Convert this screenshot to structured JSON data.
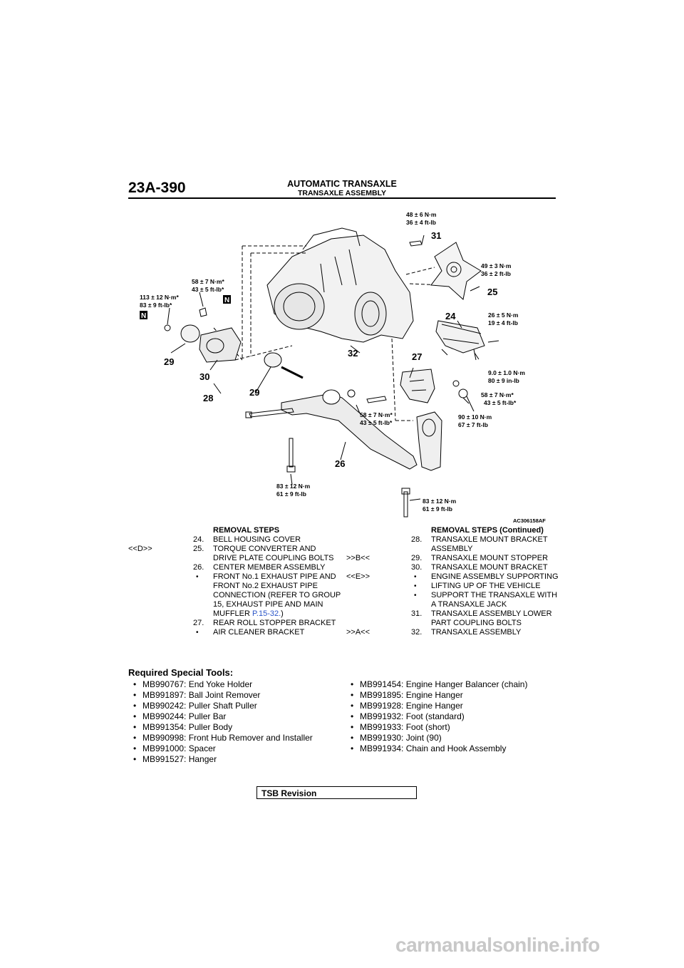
{
  "header": {
    "page_number": "23A-390",
    "section_title": "AUTOMATIC TRANSAXLE",
    "subsection_title": "TRANSAXLE ASSEMBLY"
  },
  "figure": {
    "id": "AC306158AF",
    "torque_labels": {
      "t31": [
        "48 ± 6 N·m",
        "36 ± 4 ft-lb"
      ],
      "t25": [
        "49 ± 3 N·m",
        "36 ± 2 ft-lb"
      ],
      "t24": [
        "26 ± 5 N·m",
        "19 ± 4 ft-lb"
      ],
      "t_small": [
        "9.0 ± 1.0 N·m",
        "80 ± 9 in-lb"
      ],
      "t27": [
        "58 ± 7 N·m*",
        "43 ± 5 ft-lb*"
      ],
      "t27b": [
        "90 ± 10 N·m",
        "67 ± 7 ft-lb"
      ],
      "t_center": [
        "58 ± 7 N·m*",
        "43 ± 5 ft-lb*"
      ],
      "t_bolt_left": [
        "83 ± 12 N·m",
        "61 ± 9 ft-lb"
      ],
      "t_bolt_right": [
        "83 ± 12 N·m",
        "61 ± 9 ft-lb"
      ],
      "t_mount_top": [
        "58 ± 7 N·m*",
        "43 ± 5 ft-lb*"
      ],
      "t_mount_left": [
        "113 ± 12 N·m*",
        "83 ± 9 ft-lb*"
      ]
    },
    "callouts": [
      "31",
      "25",
      "24",
      "32",
      "27",
      "29",
      "30",
      "28",
      "29",
      "26"
    ],
    "n_mark": "N"
  },
  "removal_steps": {
    "heading": "REMOVAL STEPS",
    "items": [
      {
        "mark": "",
        "num": "24.",
        "text": "BELL HOUSING COVER"
      },
      {
        "mark": "<<D>>",
        "num": "25.",
        "text": "TORQUE CONVERTER AND DRIVE PLATE COUPLING BOLTS"
      },
      {
        "mark": "",
        "num": "26.",
        "text": "CENTER MEMBER ASSEMBLY"
      },
      {
        "mark": "",
        "num": "•",
        "text": "FRONT No.1 EXHAUST PIPE AND FRONT No.2 EXHAUST PIPE CONNECTION (REFER TO GROUP 15, EXHAUST PIPE AND MAIN MUFFLER ",
        "link": "P.15-32.",
        "tail": ")"
      },
      {
        "mark": "",
        "num": "27.",
        "text": "REAR ROLL STOPPER BRACKET"
      },
      {
        "mark": "",
        "num": "•",
        "text": "AIR CLEANER BRACKET"
      }
    ]
  },
  "removal_steps_continued": {
    "heading": "REMOVAL STEPS (Continued)",
    "items": [
      {
        "mark": "",
        "num": "28.",
        "text": "TRANSAXLE MOUNT BRACKET ASSEMBLY"
      },
      {
        "mark": ">>B<<",
        "num": "29.",
        "text": "TRANSAXLE MOUNT STOPPER"
      },
      {
        "mark": "",
        "num": "30.",
        "text": "TRANSAXLE MOUNT BRACKET"
      },
      {
        "mark": "<<E>>",
        "num": "•",
        "text": "ENGINE ASSEMBLY SUPPORTING"
      },
      {
        "mark": "",
        "num": "•",
        "text": "LIFTING UP OF THE VEHICLE"
      },
      {
        "mark": "",
        "num": "•",
        "text": "SUPPORT THE TRANSAXLE WITH A TRANSAXLE JACK"
      },
      {
        "mark": "",
        "num": "31.",
        "text": "TRANSAXLE ASSEMBLY LOWER PART COUPLING BOLTS"
      },
      {
        "mark": ">>A<<",
        "num": "32.",
        "text": "TRANSAXLE ASSEMBLY"
      }
    ]
  },
  "tools": {
    "title": "Required Special Tools:",
    "left": [
      "MB990767: End Yoke Holder",
      "MB991897: Ball Joint Remover",
      "MB990242: Puller Shaft Puller",
      "MB990244: Puller Bar",
      "MB991354: Puller Body",
      "MB990998: Front Hub Remover and Installer",
      "MB991000: Spacer",
      "MB991527: Hanger"
    ],
    "right": [
      "MB991454: Engine Hanger Balancer (chain)",
      "MB991895: Engine Hanger",
      "MB991928: Engine Hanger",
      "MB991932: Foot (standard)",
      "MB991933: Foot (short)",
      "MB991930: Joint (90)",
      "MB991934: Chain and Hook Assembly"
    ]
  },
  "footer": {
    "tsb": "TSB Revision",
    "watermark": "carmanualsonline.info"
  }
}
